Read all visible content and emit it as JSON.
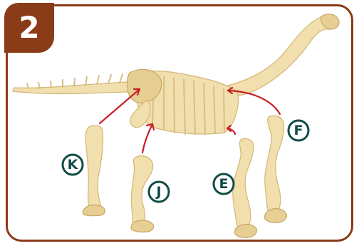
{
  "step": {
    "number": "2"
  },
  "parts": [
    {
      "key": "k",
      "letter": "K"
    },
    {
      "key": "j",
      "letter": "J"
    },
    {
      "key": "e",
      "letter": "E"
    },
    {
      "key": "f",
      "letter": "F"
    }
  ],
  "colors": {
    "frame": "#8a3b17",
    "label": "#114c47",
    "arrow": "#c81f25",
    "bone": "#f1dfae"
  }
}
